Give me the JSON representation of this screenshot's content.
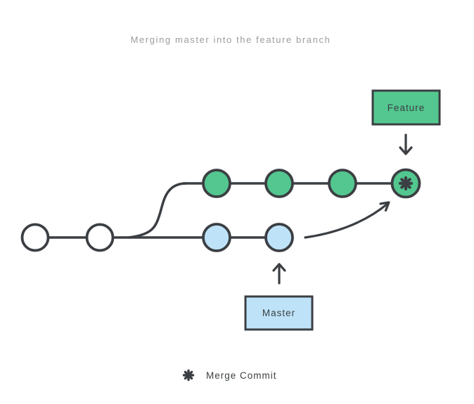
{
  "title": "Merging master into the feature branch",
  "colors": {
    "background": "#ffffff",
    "feature-green": "#53c78f",
    "master-blue": "#bee3f9",
    "line-dark": "#3b3f43",
    "title-gray": "#9c9c9c",
    "commit-white": "#ffffff"
  },
  "feature_branch": {
    "label": "Feature",
    "commit_count": 4,
    "includes_merge_commit": true,
    "node_color": "green"
  },
  "master_branch": {
    "label": "Master",
    "commit_count": 2,
    "node_color": "light-blue"
  },
  "shared_trunk": {
    "commit_count": 2,
    "node_color": "white"
  },
  "legend": {
    "icon": "eight-spoke-asterisk",
    "label": "Merge Commit"
  }
}
